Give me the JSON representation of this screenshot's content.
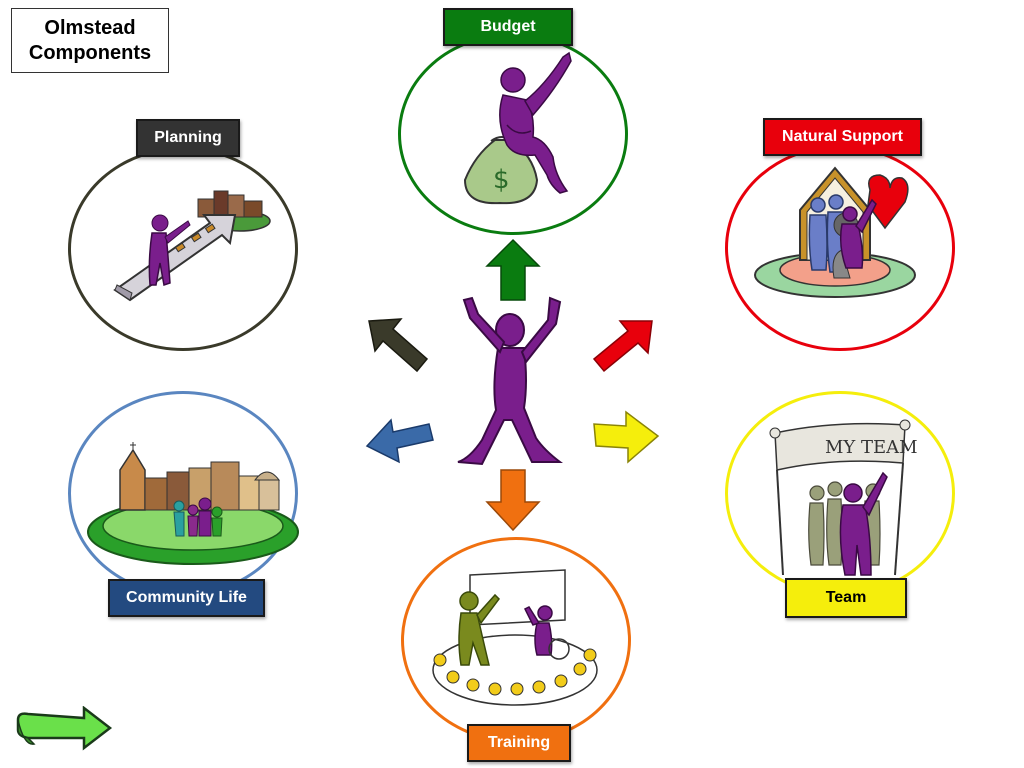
{
  "title": "Olmstead\nComponents",
  "colors": {
    "budget": "#0a7c10",
    "planning": "#3a3a2a",
    "natural_support": "#e8000c",
    "team": "#f5ee0c",
    "training": "#f07010",
    "community_life": "#5a86c0",
    "community_label": "#234a80",
    "person": "#7a1e8c",
    "next_arrow": "#6ae04a"
  },
  "components": {
    "budget": {
      "label": "Budget"
    },
    "planning": {
      "label": "Planning"
    },
    "natural_support": {
      "label": "Natural Support"
    },
    "team": {
      "label": "Team",
      "banner_text": "MY TEAM"
    },
    "training": {
      "label": "Training"
    },
    "community_life": {
      "label": "Community Life"
    }
  },
  "navigation": {
    "next_icon": "next-arrow-icon"
  }
}
